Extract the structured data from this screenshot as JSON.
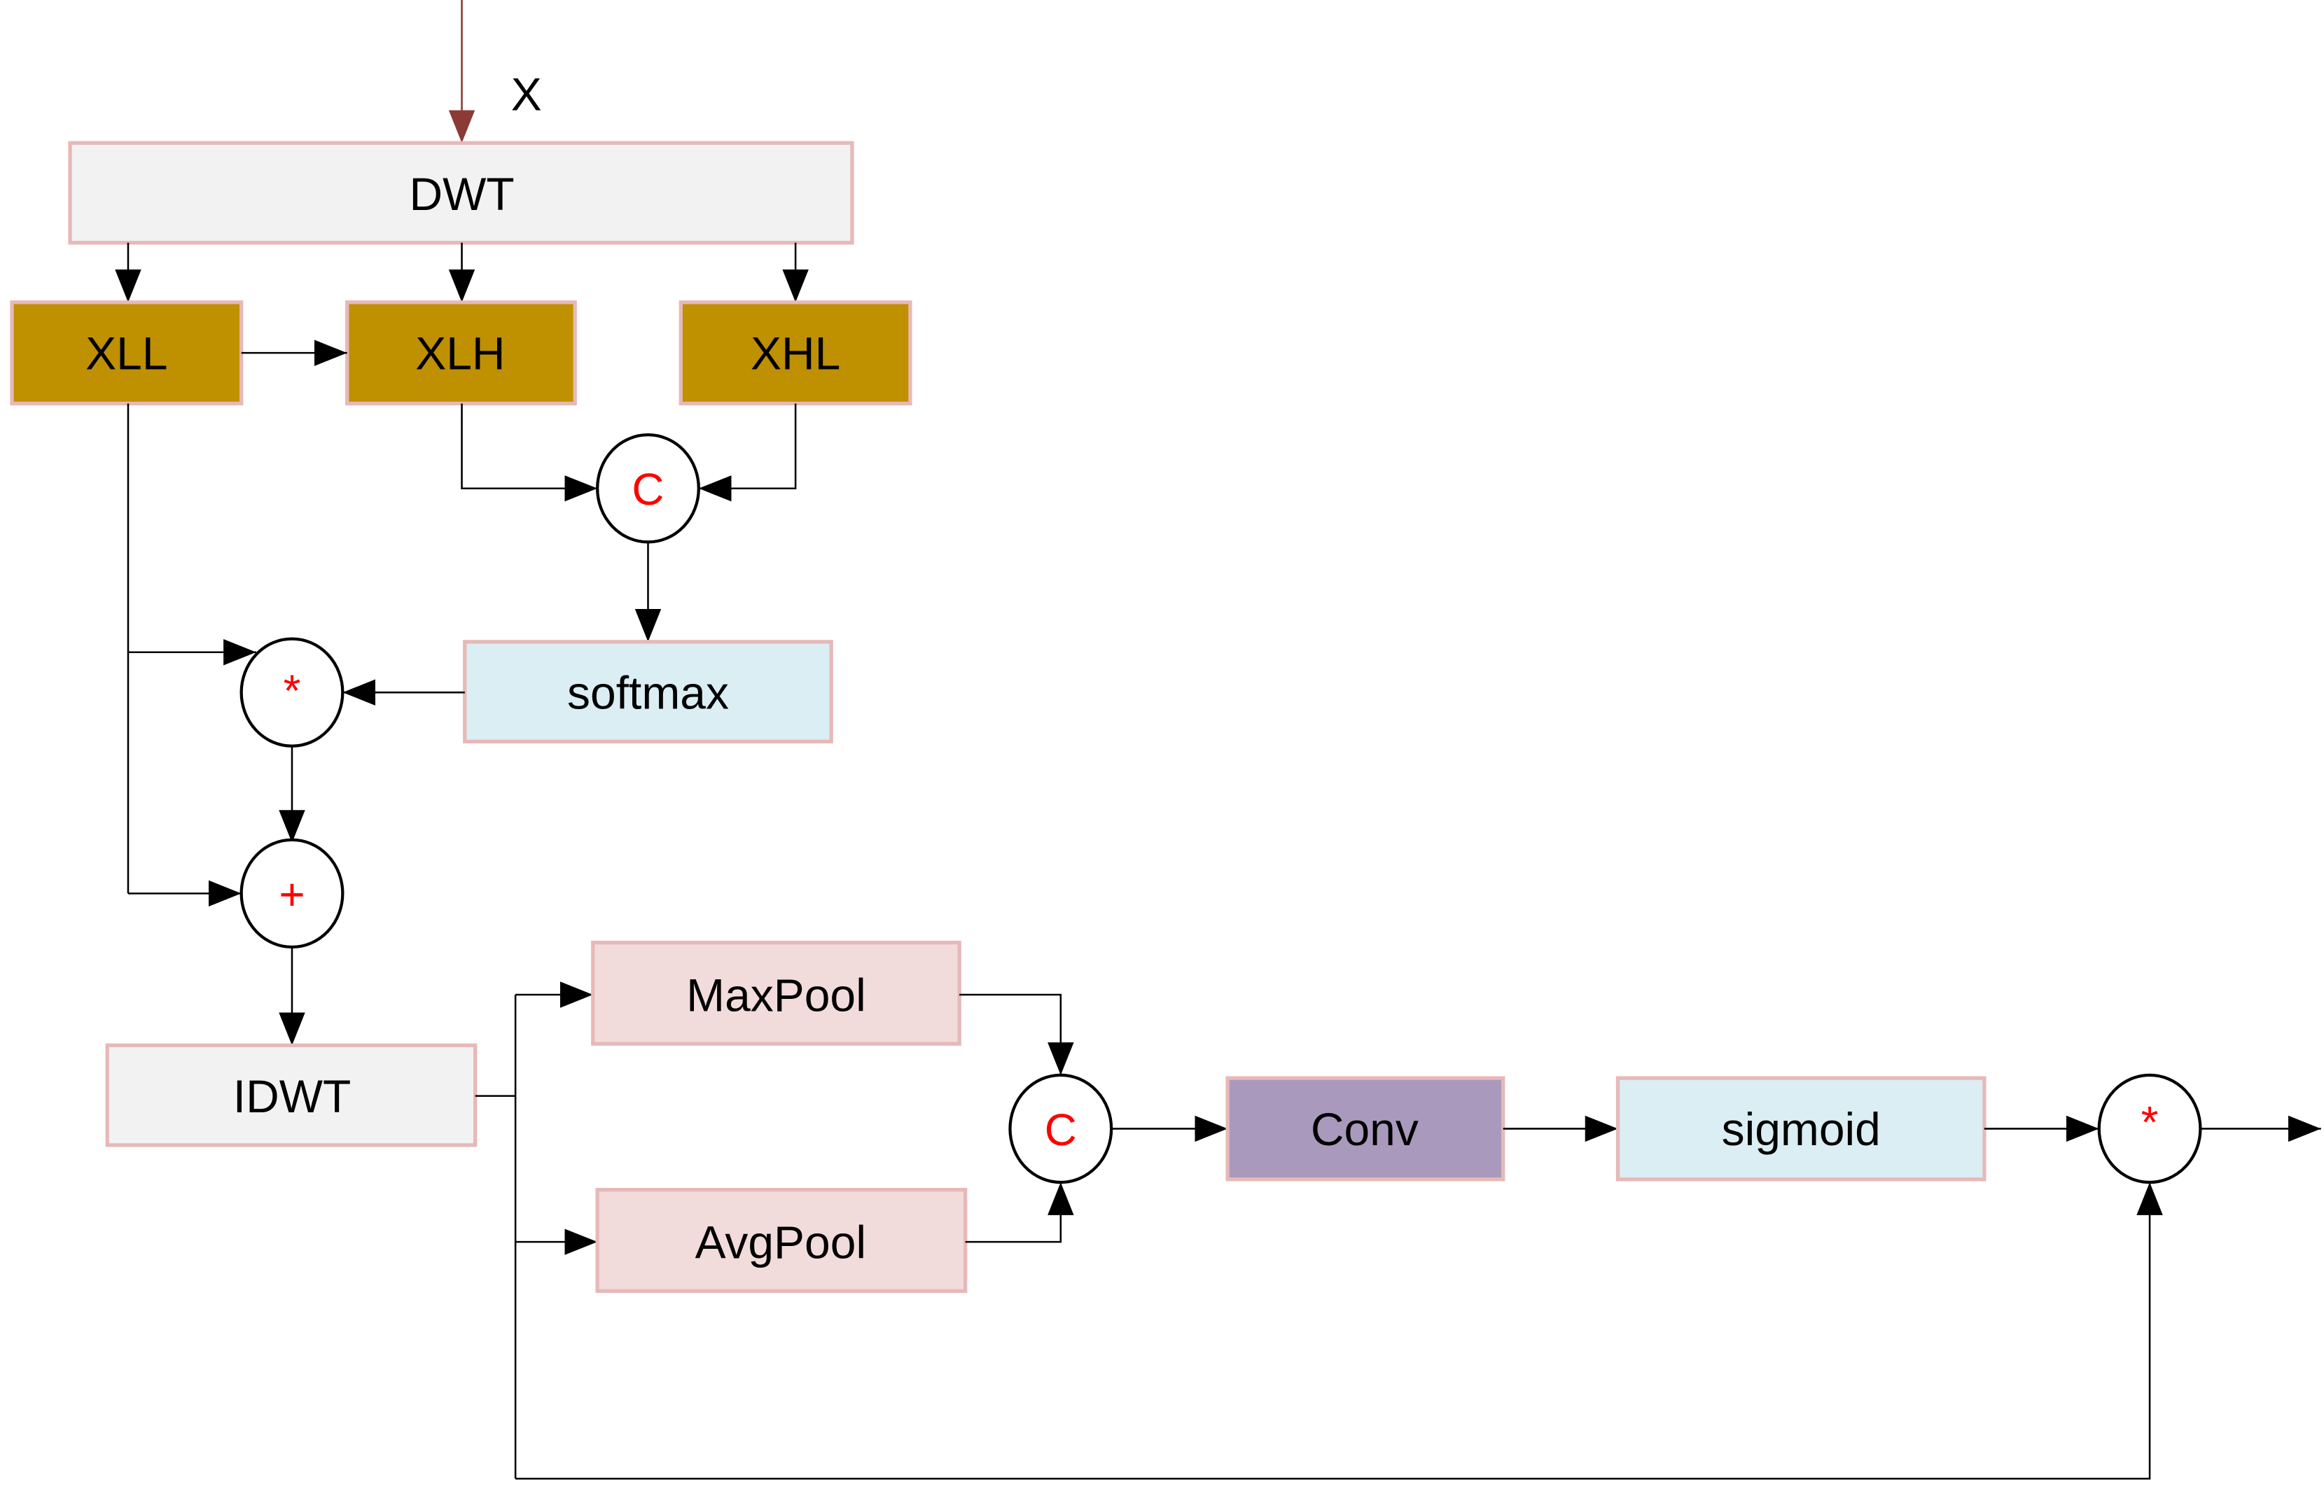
{
  "diagram": {
    "title": "",
    "input_label": "X",
    "colors": {
      "input_arrow": "#8B3A35",
      "edge": "#000000",
      "box_border": "#E6B9B8",
      "dwt_fill": "#F2F2F2",
      "subband_fill": "#BF9000",
      "activation_fill": "#DAEEF3",
      "pool_fill": "#F2DCDB",
      "conv_fill": "#A99ABD",
      "operator_symbol": "#FF0000"
    },
    "nodes": {
      "dwt": {
        "label": "DWT",
        "kind": "transform"
      },
      "xll": {
        "label": "XLL",
        "kind": "subband"
      },
      "xlh": {
        "label": "XLH",
        "kind": "subband"
      },
      "xhl": {
        "label": "XHL",
        "kind": "subband"
      },
      "concat1": {
        "label": "C",
        "kind": "operator",
        "meaning": "concatenate"
      },
      "softmax": {
        "label": "softmax",
        "kind": "activation"
      },
      "mul1": {
        "label": "*",
        "kind": "operator",
        "meaning": "multiply"
      },
      "add1": {
        "label": "+",
        "kind": "operator",
        "meaning": "add"
      },
      "idwt": {
        "label": "IDWT",
        "kind": "transform"
      },
      "maxpool": {
        "label": "MaxPool",
        "kind": "pool"
      },
      "avgpool": {
        "label": "AvgPool",
        "kind": "pool"
      },
      "concat2": {
        "label": "C",
        "kind": "operator",
        "meaning": "concatenate"
      },
      "conv": {
        "label": "Conv",
        "kind": "conv"
      },
      "sigmoid": {
        "label": "sigmoid",
        "kind": "activation"
      },
      "mul2": {
        "label": "*",
        "kind": "operator",
        "meaning": "multiply"
      }
    },
    "edges": [
      [
        "input",
        "dwt"
      ],
      [
        "dwt",
        "xll"
      ],
      [
        "dwt",
        "xlh"
      ],
      [
        "dwt",
        "xhl"
      ],
      [
        "xll",
        "xlh"
      ],
      [
        "xlh",
        "concat1"
      ],
      [
        "xhl",
        "concat1"
      ],
      [
        "concat1",
        "softmax"
      ],
      [
        "softmax",
        "mul1"
      ],
      [
        "xll",
        "mul1"
      ],
      [
        "mul1",
        "add1"
      ],
      [
        "xll",
        "add1"
      ],
      [
        "add1",
        "idwt"
      ],
      [
        "idwt",
        "maxpool"
      ],
      [
        "idwt",
        "avgpool"
      ],
      [
        "maxpool",
        "concat2"
      ],
      [
        "avgpool",
        "concat2"
      ],
      [
        "concat2",
        "conv"
      ],
      [
        "conv",
        "sigmoid"
      ],
      [
        "sigmoid",
        "mul2"
      ],
      [
        "idwt",
        "mul2"
      ],
      [
        "mul2",
        "output"
      ]
    ]
  }
}
